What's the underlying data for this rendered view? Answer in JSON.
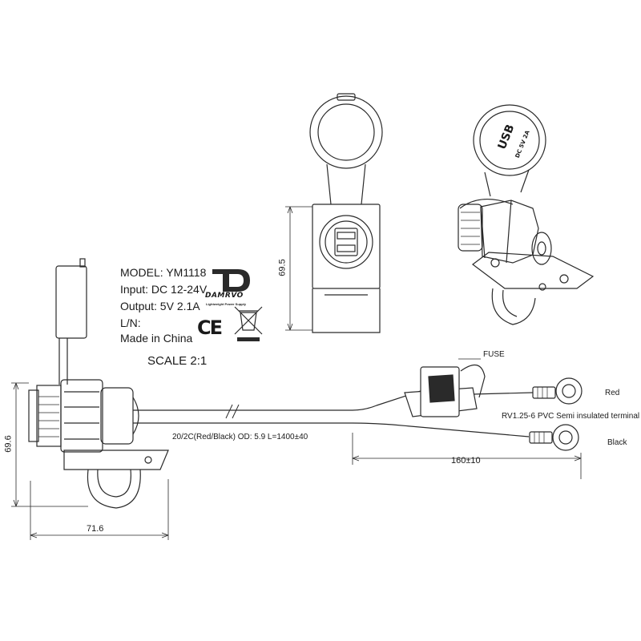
{
  "spec": {
    "model": "MODEL: YM1118",
    "input": "Input: DC 12-24V",
    "output": "Output: 5V 2.1A",
    "ln": "L/N:",
    "made_in": "Made in China"
  },
  "logo": {
    "brand": "DAMRVO",
    "tagline": "Lightweight Power Supply"
  },
  "ce_mark": "CE",
  "scale": "SCALE 2:1",
  "cap_text": {
    "usb": "USB",
    "rating": "DC 5V 2A"
  },
  "dimensions": {
    "top_height": "69.5",
    "side_height": "69.6",
    "width": "71.6",
    "lead_length": "160±10"
  },
  "wiring": {
    "fuse": "FUSE",
    "cable": "20/2C(Red/Black) OD: 5.9 L=1400±40",
    "red": "Red",
    "black": "Black",
    "terminal": "RV1.25-6 PVC Semi insulated terminal"
  },
  "colors": {
    "line": "#2a2a2a",
    "fill": "#ffffff"
  }
}
